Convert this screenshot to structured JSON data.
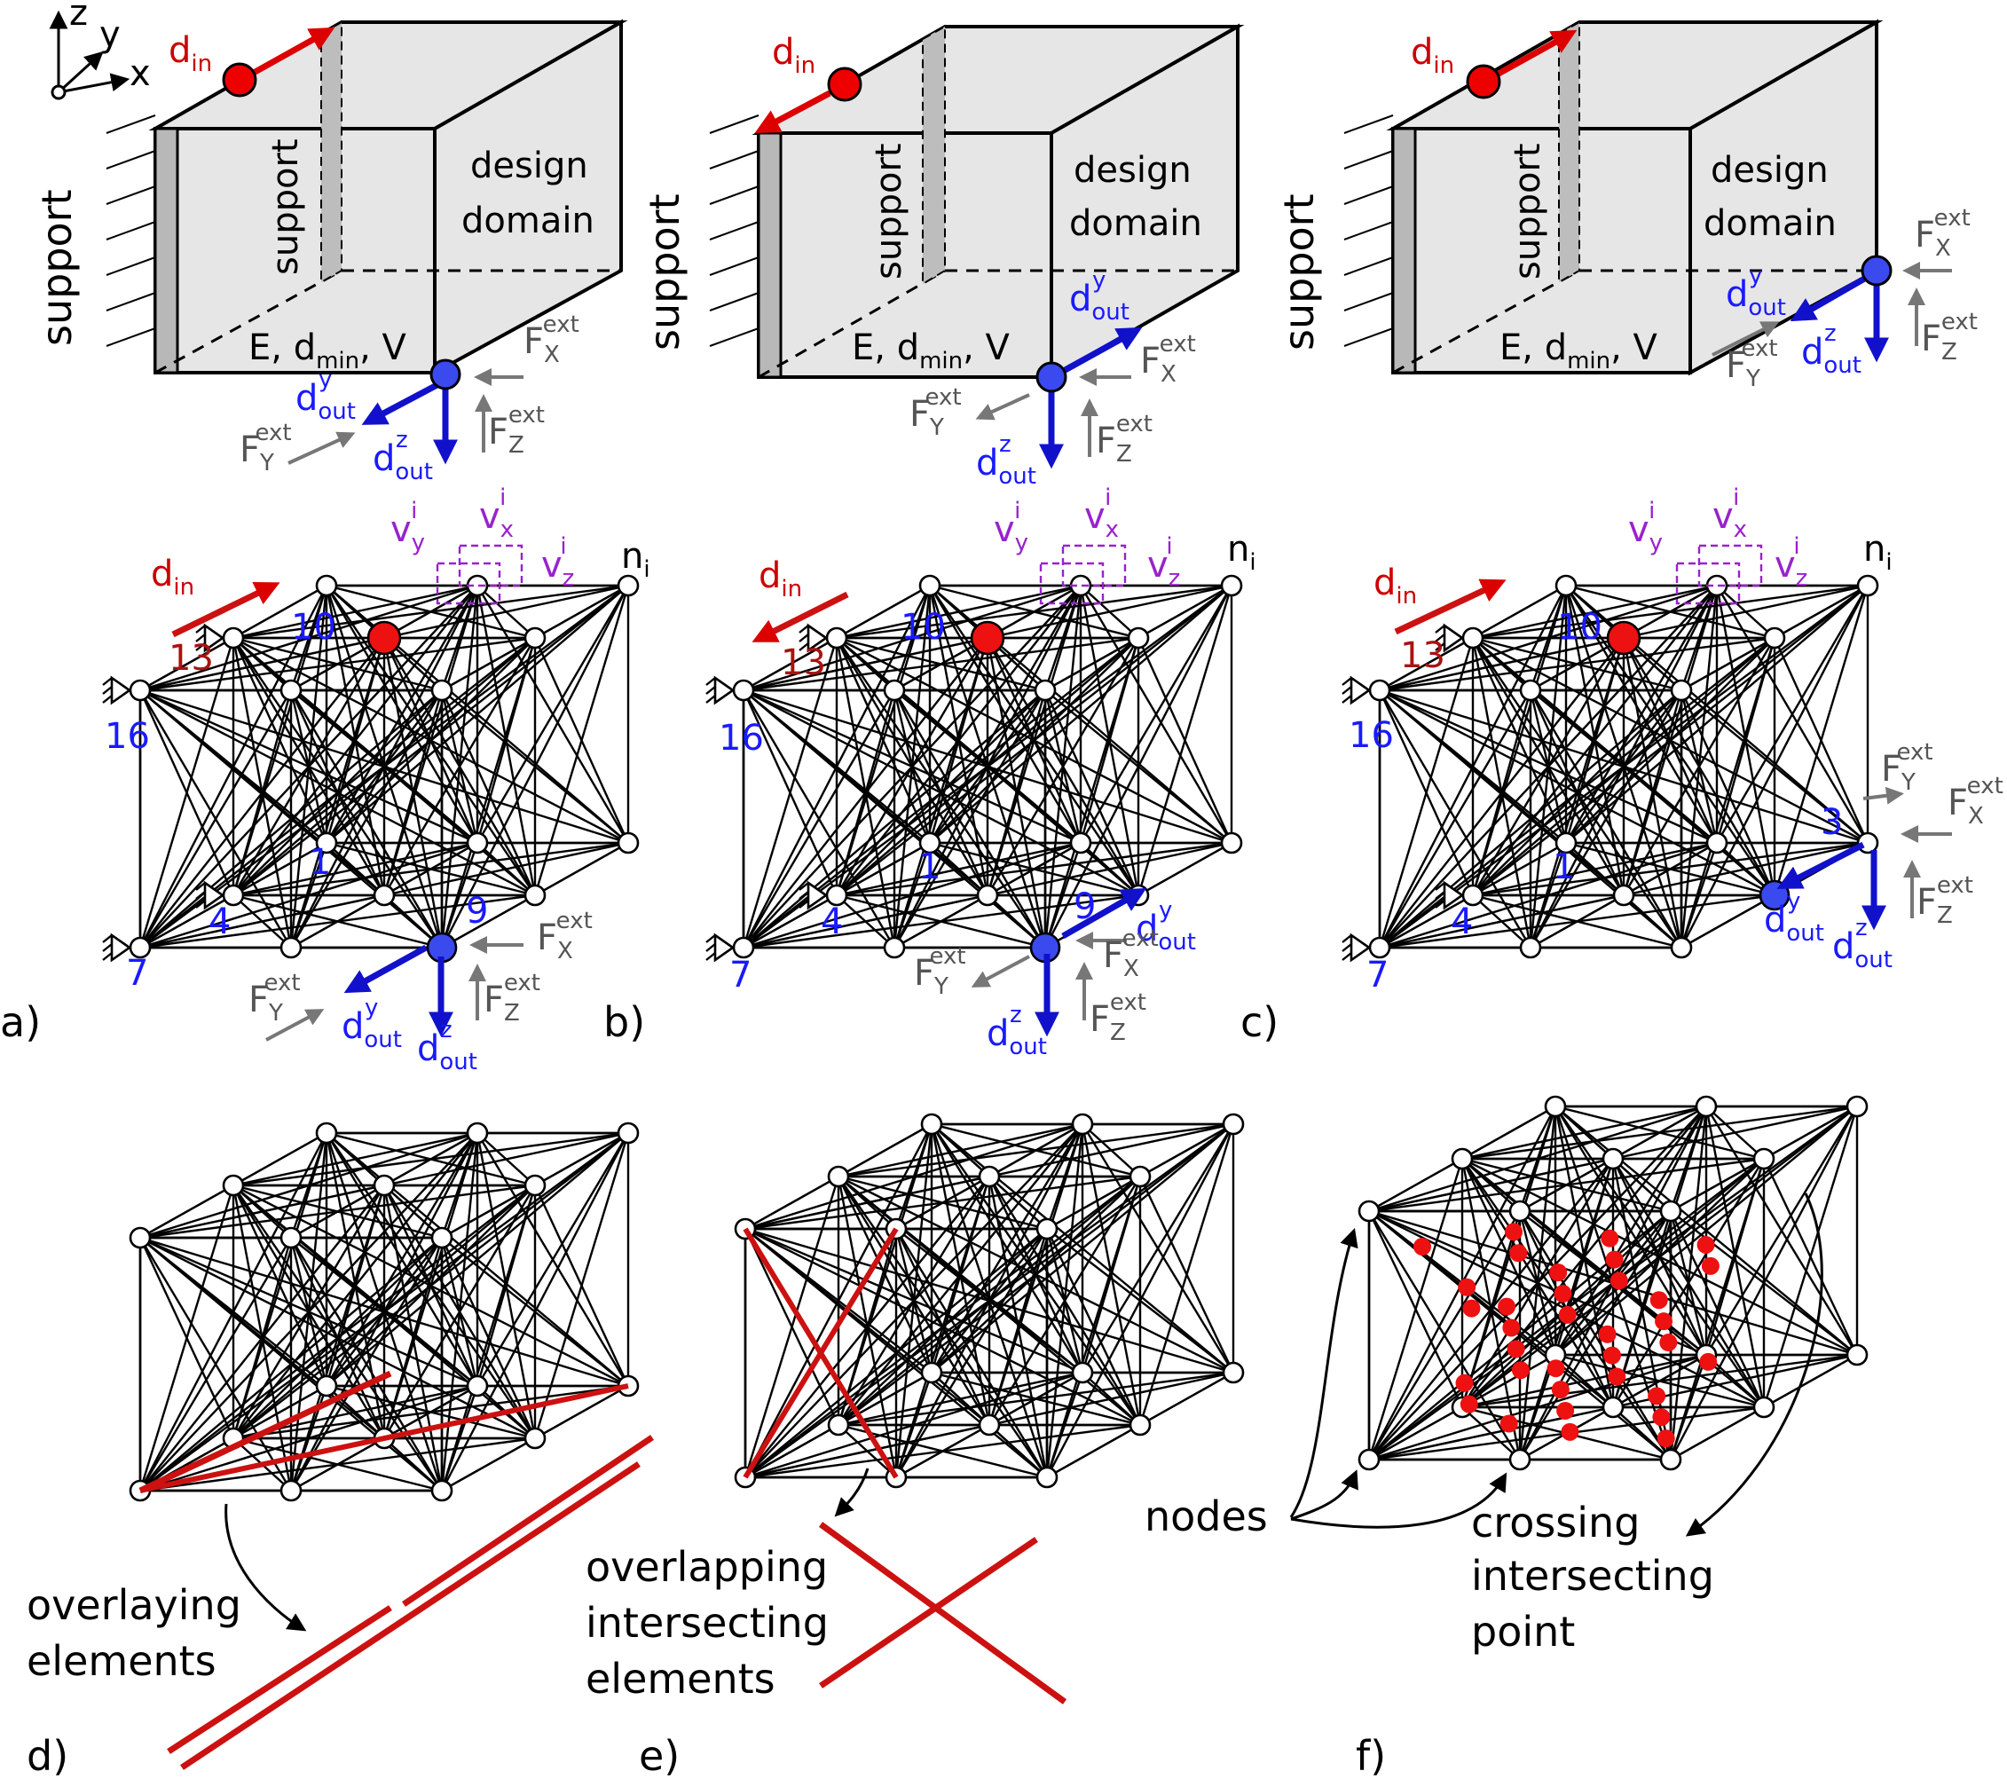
{
  "labels": {
    "axis_z": "z",
    "axis_y": "y",
    "axis_x": "x",
    "support": "support",
    "design": "design",
    "domain": "domain",
    "material": "E, d",
    "material_sub": "min",
    "material_end": ", V",
    "d": "d",
    "in_sub": "in",
    "out_sub": "out",
    "F": "F",
    "ext": "ext",
    "sub_X": "X",
    "sub_Y": "Y",
    "sub_Z": "Z",
    "sup_x": "x",
    "sup_y": "y",
    "sup_z": "z",
    "v": "v",
    "i": "i",
    "n": "n",
    "node_13": "13",
    "node_10": "10",
    "node_16": "16",
    "node_1": "1",
    "node_4": "4",
    "node_7": "7",
    "node_9": "9",
    "node_3": "3"
  },
  "panels": {
    "a": "a)",
    "b": "b)",
    "c": "c)",
    "d": "d)",
    "e": "e)",
    "f": "f)"
  },
  "annotations": {
    "overlaying_1": "overlaying",
    "overlaying_2": "elements",
    "overlapping_1": "overlapping",
    "overlapping_2": "intersecting",
    "overlapping_3": "elements",
    "nodes": "nodes",
    "crossing_1": "crossing",
    "crossing_2": "intersecting",
    "crossing_3": "point"
  },
  "colors": {
    "input": "#dd0000",
    "output": "#1111cc",
    "force": "#777777",
    "voxel": "#9922cc",
    "highlight": "#cc1111",
    "box_fill": "#e6e6e6",
    "support_fill": "#b8b8b8"
  }
}
